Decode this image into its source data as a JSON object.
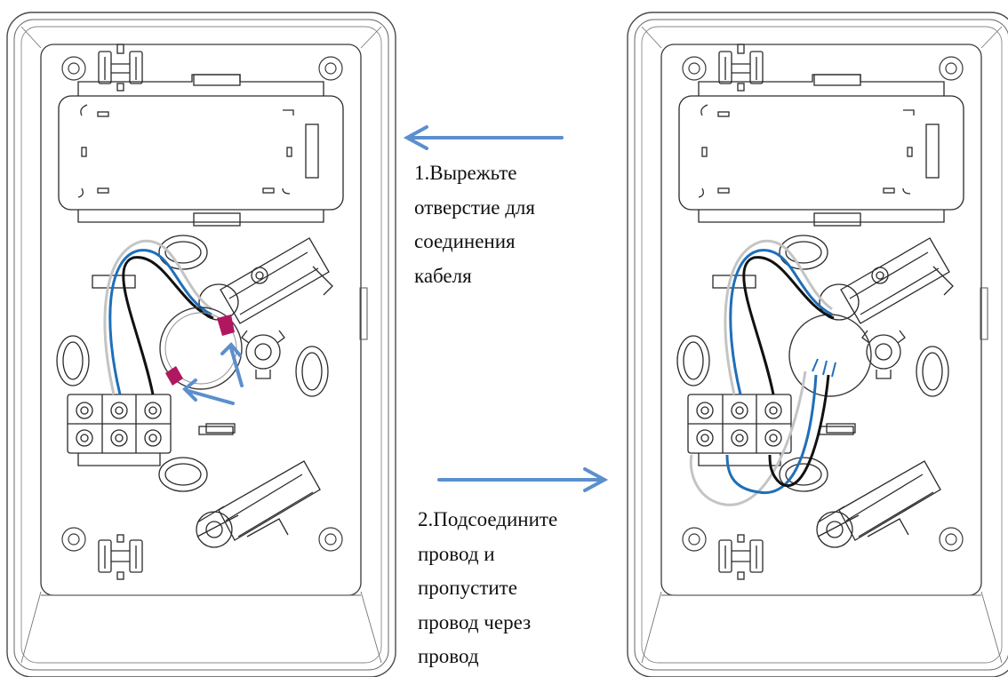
{
  "steps": [
    {
      "lines": [
        "1.Вырежьте",
        "отверстие для",
        "соединения",
        "кабеля"
      ]
    },
    {
      "lines": [
        "2.Подсоедините",
        "провод и",
        "пропустите",
        "провод через",
        "провод"
      ]
    }
  ],
  "colors": {
    "outline": "#4a4a4a",
    "arrow": "#5b8fcd",
    "wire_blue": "#1f6fb8",
    "wire_black": "#111111",
    "wire_gray": "#c4c4c4",
    "cut_mark": "#b0175f"
  },
  "icons": {
    "panel_left": "junction-box-before-icon",
    "panel_right": "junction-box-after-icon",
    "arrow_step1": "arrow-left-icon",
    "arrow_step2": "arrow-right-icon"
  }
}
